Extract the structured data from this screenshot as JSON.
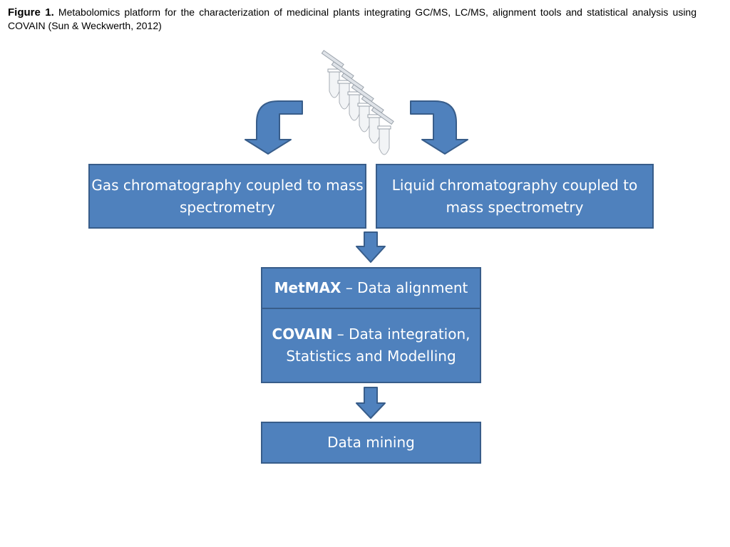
{
  "caption": {
    "label": "Figure 1.",
    "text": "Metabolomics platform for the characterization of medicinal plants integrating GC/MS, LC/MS, alignment tools and statistical analysis using COVAIN (Sun & Weckwerth, 2012)"
  },
  "nodes": {
    "gc": "Gas chromatography coupled to mass spectrometry",
    "lc": "Liquid chromatography coupled to mass spectrometry",
    "metmax": {
      "name": "MetMAX",
      "desc": " – Data alignment"
    },
    "covain": {
      "name": "COVAIN",
      "desc": " – Data integration, Statistics and Modelling"
    },
    "mining": "Data mining"
  },
  "colors": {
    "box_fill": "#4f81bd",
    "box_border": "#385d8a"
  },
  "icons": [
    "sample-tubes-icon",
    "arrow-down-icon"
  ]
}
